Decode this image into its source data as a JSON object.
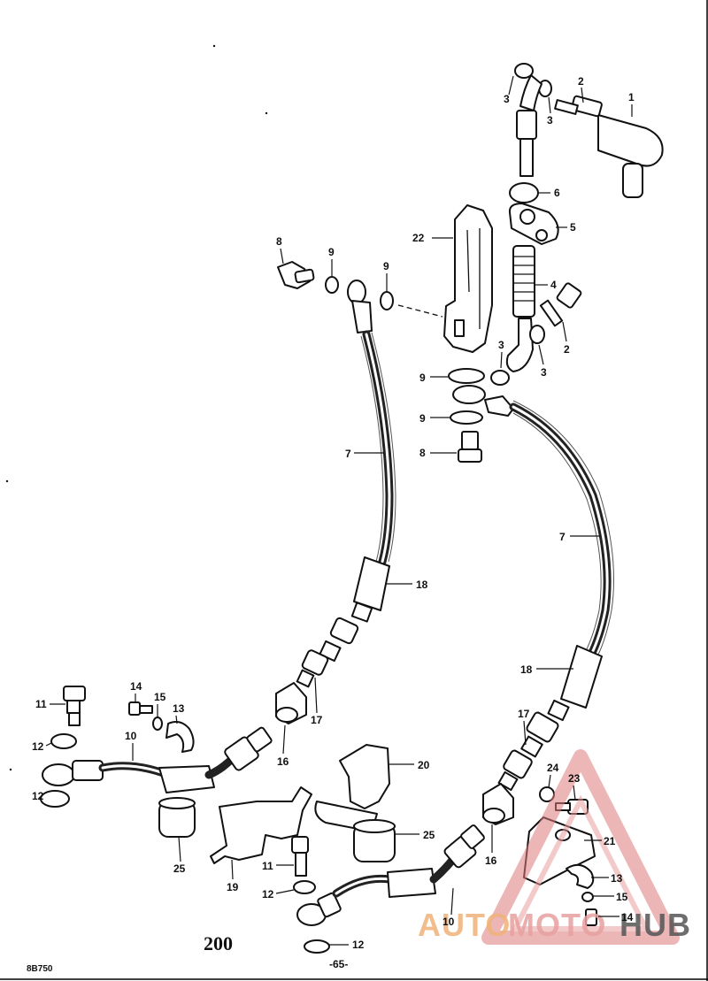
{
  "diagram": {
    "page_number": "200",
    "folio": "-65-",
    "catalog_code": "8B750"
  },
  "callouts": [
    {
      "id": "c1",
      "label": "1"
    },
    {
      "id": "c2a",
      "label": "2"
    },
    {
      "id": "c3a",
      "label": "3"
    },
    {
      "id": "c3b",
      "label": "3"
    },
    {
      "id": "c6",
      "label": "6"
    },
    {
      "id": "c22",
      "label": "22"
    },
    {
      "id": "c5",
      "label": "5"
    },
    {
      "id": "c4",
      "label": "4"
    },
    {
      "id": "c2b",
      "label": "2"
    },
    {
      "id": "c3c",
      "label": "3"
    },
    {
      "id": "c3d",
      "label": "3"
    },
    {
      "id": "c8a",
      "label": "8"
    },
    {
      "id": "c9a",
      "label": "9"
    },
    {
      "id": "c9b",
      "label": "9"
    },
    {
      "id": "c9c",
      "label": "9"
    },
    {
      "id": "c9d",
      "label": "9"
    },
    {
      "id": "c8b",
      "label": "8"
    },
    {
      "id": "c7a",
      "label": "7"
    },
    {
      "id": "c7b",
      "label": "7"
    },
    {
      "id": "c18a",
      "label": "18"
    },
    {
      "id": "c18b",
      "label": "18"
    },
    {
      "id": "c17a",
      "label": "17"
    },
    {
      "id": "c17b",
      "label": "17"
    },
    {
      "id": "c16a",
      "label": "16"
    },
    {
      "id": "c16b",
      "label": "16"
    },
    {
      "id": "c11a",
      "label": "11"
    },
    {
      "id": "c11b",
      "label": "11"
    },
    {
      "id": "c14a",
      "label": "14"
    },
    {
      "id": "c14b",
      "label": "14"
    },
    {
      "id": "c15a",
      "label": "15"
    },
    {
      "id": "c15b",
      "label": "15"
    },
    {
      "id": "c13a",
      "label": "13"
    },
    {
      "id": "c13b",
      "label": "13"
    },
    {
      "id": "c12a",
      "label": "12"
    },
    {
      "id": "c12b",
      "label": "12"
    },
    {
      "id": "c12c",
      "label": "12"
    },
    {
      "id": "c12d",
      "label": "12"
    },
    {
      "id": "c10a",
      "label": "10"
    },
    {
      "id": "c10b",
      "label": "10"
    },
    {
      "id": "c20",
      "label": "20"
    },
    {
      "id": "c25a",
      "label": "25"
    },
    {
      "id": "c25b",
      "label": "25"
    },
    {
      "id": "c19",
      "label": "19"
    },
    {
      "id": "c24",
      "label": "24"
    },
    {
      "id": "c23",
      "label": "23"
    },
    {
      "id": "c21",
      "label": "21"
    }
  ],
  "watermark": {
    "part1": "AUTO",
    "part2": "MOTO",
    "part3": "HUB",
    "color_primary": "#f0b27a",
    "color_secondary": "#e8a0a0",
    "color_dark": "#555555"
  }
}
